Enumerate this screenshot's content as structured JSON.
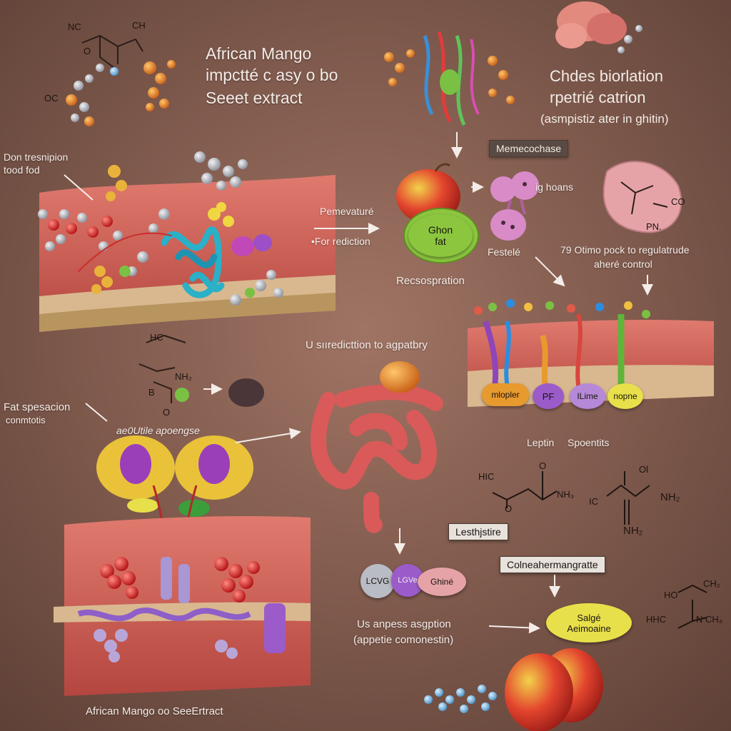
{
  "title": {
    "line1": "African Mango",
    "line2": "impctté c asy o bo",
    "line3": "Seeet extract"
  },
  "top_right": {
    "line1": "Chdes biorlation",
    "line2": "rpetrié catrion",
    "line3": "(asmpistiz ater in ghitin)"
  },
  "labels": {
    "don_trespinion": "Don tresnipion",
    "tood_fod": "tood fod",
    "pemevatire": "Pemevaturé",
    "for_rediction": "•For rediction",
    "recsosspration": "Recsospration",
    "festelo": "Festelé",
    "ig_hoans": "ig hoans",
    "otimo_pock_1": "79 Otimo pock to regulatrude",
    "otimo_pock_2": "aheré control",
    "usiredicttion": "U sııredicttion  to agpatbry",
    "fat_sposaion": "Fat spesacion",
    "comntstis": "conmtotis",
    "aeoutle_apoengse": "ae0Utile apoengse",
    "leptin": "Leptin",
    "spoentits": "Spoentits",
    "us_anpess_1": "Us anpess asgption",
    "us_anpess_2": "(appetie comonestin)",
    "bottom_title": "African Mango oo SeeErtract"
  },
  "boxes": {
    "memcochase": "Memecochase",
    "lesthjstire": "Lesthjstire",
    "colneaher": "Colneahermangratte"
  },
  "pills": {
    "ghon_fat_1": "Ghon",
    "ghon_fat_2": "fat",
    "mlopler": "mlopler",
    "pf": "PF",
    "ilime": "ILime",
    "nopne": "nopne",
    "lcvg": "LCVG",
    "lgve": "LGVe",
    "ghine": "Ghiné",
    "salge_1": "Salgé",
    "salge_2": "Aeimoaine"
  },
  "chem": {
    "nc": "NC",
    "ch": "CH",
    "o1": "O",
    "oc": "OC",
    "hc": "HC",
    "nh2_a": "NH₂",
    "b": "B",
    "o2": "O",
    "co": "CO",
    "pn": "PN.",
    "hic": "HIC",
    "nh3": "NH₃",
    "o3": "O",
    "ol": "Ol",
    "ic": "IC",
    "nh2_b": "NH₂",
    "nh12": "NH₂",
    "ho": "HO",
    "ch2": "CH₂",
    "hhc": "HHC",
    "nch3": "N CH₃",
    "o4": "O"
  },
  "colors": {
    "background": "#7e5a4c",
    "tissue": "#c85a52",
    "tissue_band": "#d9b890",
    "green_pill": "#8cc63f",
    "yellow_pill": "#e8e04a",
    "purple_pill": "#9b5bc9",
    "orange_pill": "#e79a2e"
  }
}
